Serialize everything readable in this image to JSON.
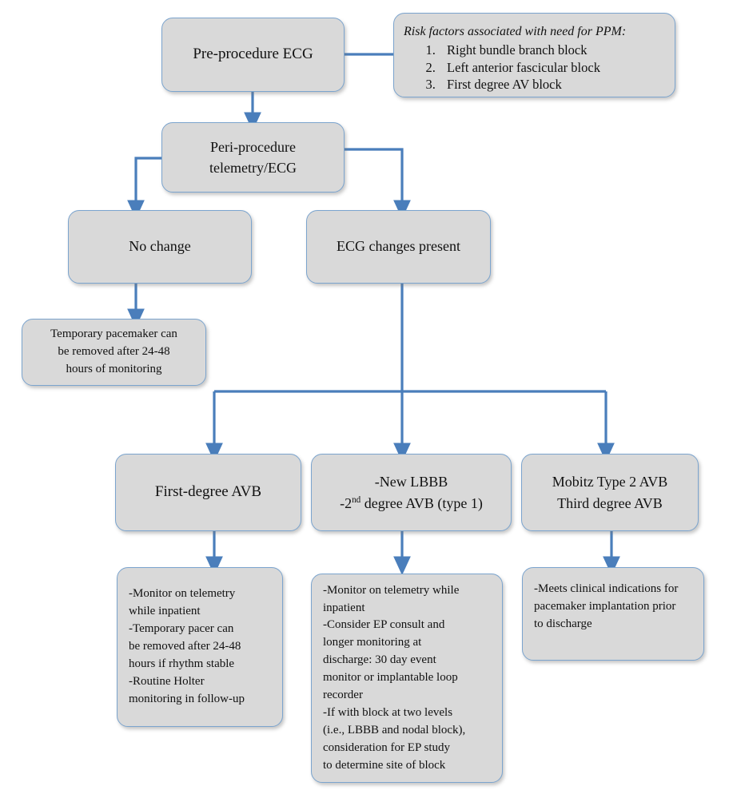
{
  "diagram": {
    "title": "Peri-procedural conduction abnormality management flowchart",
    "accent_color": "#4a7ebb",
    "node_fill": "#d9d9d9",
    "node_border": "#7ba4ce"
  },
  "nodes": {
    "pre_procedure_ecg": {
      "label": "Pre-procedure ECG"
    },
    "risk_factors": {
      "heading": "Risk factors associated with need for PPM:",
      "items": [
        "Right bundle branch block",
        "Left anterior fascicular block",
        "First degree AV block"
      ]
    },
    "peri_procedure": {
      "line1": "Peri-procedure",
      "line2": "telemetry/ECG"
    },
    "no_change": {
      "label": "No change"
    },
    "ecg_changes": {
      "label": "ECG changes present"
    },
    "temp_pacemaker": {
      "line1": "Temporary pacemaker can",
      "line2": "be removed after 24-48",
      "line3": "hours of monitoring"
    },
    "first_degree_avb": {
      "label": "First-degree  AVB"
    },
    "new_lbbb": {
      "line1": "-New LBBB",
      "line2_pre": "-2",
      "line2_sup": "nd",
      "line2_post": " degree AVB (type 1)"
    },
    "mobitz": {
      "line1": "Mobitz Type 2 AVB",
      "line2": "Third degree AVB"
    },
    "first_degree_plan": {
      "lines": [
        "-Monitor on telemetry",
        "while inpatient",
        "-Temporary pacer can",
        "be removed after 24-48",
        "hours if rhythm stable",
        "-Routine Holter",
        "monitoring in follow-up"
      ]
    },
    "lbbb_plan": {
      "lines": [
        "-Monitor on telemetry while",
        "inpatient",
        "-Consider EP consult and",
        "longer monitoring at",
        "discharge: 30 day event",
        "monitor or implantable loop",
        "recorder",
        "-If with block at two levels",
        "(i.e., LBBB and nodal block),",
        "consideration for EP study",
        "to determine site of block"
      ]
    },
    "mobitz_plan": {
      "lines": [
        "-Meets clinical indications for",
        "pacemaker implantation prior",
        "to discharge"
      ]
    }
  }
}
